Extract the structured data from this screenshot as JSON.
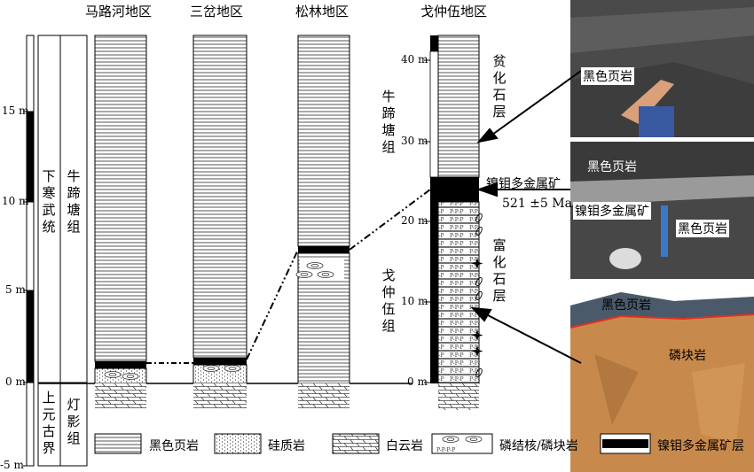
{
  "titles": {
    "malu": "马路河地区",
    "sancha": "三岔地区",
    "songlin": "松林地区",
    "gezhong": "戈仲伍地区"
  },
  "scale_left": {
    "ticks": [
      "15 m",
      "10 m",
      "5 m",
      "0 m",
      "-5 m"
    ]
  },
  "scale_right": {
    "ticks": [
      "40 m",
      "30 m",
      "20 m",
      "10 m",
      "0 m"
    ]
  },
  "strat": {
    "series_lower_cambrian": "下寒武统",
    "formation_niutitang": "牛蹄塘组",
    "series_upper_proterozoic": "上元古界",
    "formation_dengying": "灯影组"
  },
  "gezhong_labels": {
    "niutitang": "牛蹄塘组",
    "gezhongwu": "戈仲伍组",
    "fossil_poor": "贫化石层",
    "fossil_rich": "富化石层",
    "ore_label": "镍钼多金属矿",
    "age": "521 ±5 Ma"
  },
  "photos": {
    "p1_label": "黑色页岩",
    "p2_label_top": "黑色页岩",
    "p2_label_mid": "镍钼多金属矿",
    "p2_label_bottom": "黑色页岩",
    "p3_label_top": "黑色页岩",
    "p3_label_bottom": "磷块岩"
  },
  "legend": {
    "black_shale": "黑色页岩",
    "siliceous": "硅质岩",
    "dolomite": "白云岩",
    "phosphorite": "磷结核/磷块岩",
    "ore": "镍钼多金属矿层"
  },
  "colors": {
    "ore": "#000000",
    "shale_line": "#555555",
    "photo_dark": "#3a3a3a",
    "photo_rock": "#c07a3c",
    "red_contact": "#e03020"
  }
}
